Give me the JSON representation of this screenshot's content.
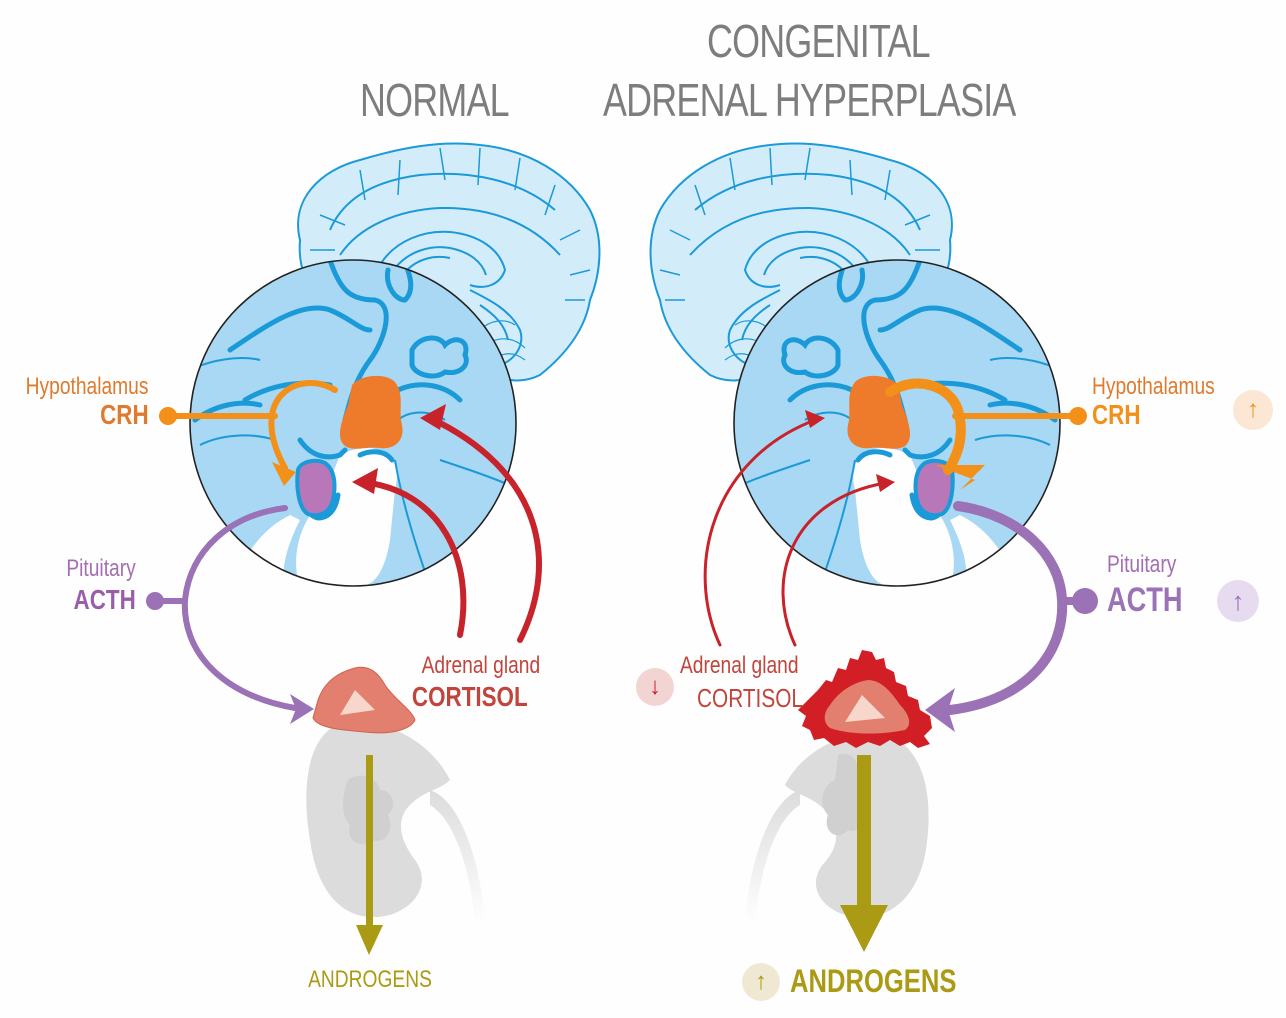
{
  "titles": {
    "normal": "NORMAL",
    "cah_line1": "CONGENITAL",
    "cah_line2": "ADRENAL HYPERPLASIA"
  },
  "normal": {
    "hypothalamus_label": "Hypothalamus",
    "crh_label": "CRH",
    "pituitary_label": "Pituitary",
    "acth_label": "ACTH",
    "adrenal_label": "Adrenal gland",
    "cortisol_label": "CORTISOL",
    "androgens_label": "ANDROGENS"
  },
  "cah": {
    "hypothalamus_label": "Hypothalamus",
    "crh_label": "CRH",
    "crh_change": "increase",
    "pituitary_label": "Pituitary",
    "acth_label": "ACTH",
    "acth_change": "increase",
    "adrenal_label": "Adrenal gland",
    "cortisol_label": "CORTISOL",
    "cortisol_change": "decrease",
    "androgens_label": "ANDROGENS",
    "androgens_change": "increase"
  },
  "icons": {
    "up": "↑",
    "down": "↓"
  },
  "colors": {
    "title_gray": "#7d7d7d",
    "brain_fill": "#cde9f8",
    "brain_line": "#1a9ad8",
    "circle_fill": "#a8d8f3",
    "hypothalamus_orange": "#ee7a2b",
    "crh_orange": "#f39019",
    "crh_text": "#e07a2c",
    "pituitary_purple": "#b877b8",
    "acth_purple": "#9a72b5",
    "cortisol_red": "#c8222a",
    "adrenal_pink": "#e27f6e",
    "adrenal_hyper_red": "#d21f26",
    "kidney_gray": "#dcdcdc",
    "androgen_olive": "#ab9a13"
  }
}
